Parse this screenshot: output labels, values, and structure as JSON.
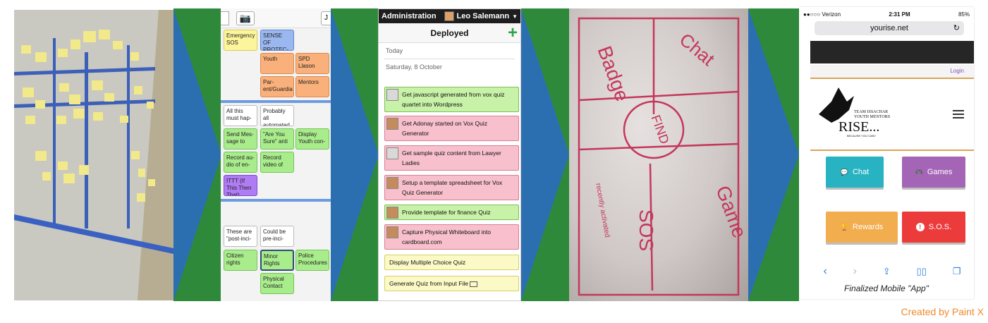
{
  "panel2": {
    "section1": [
      {
        "text": "Emergency SOS",
        "color": "yellow"
      },
      {
        "text": "SENSE OF PROTEC-",
        "color": "blue"
      },
      {
        "text": "Youth",
        "color": "orange"
      },
      {
        "text": "SPD Llason",
        "color": "orange"
      },
      {
        "text": "Par-ent/Guardia",
        "color": "orange"
      },
      {
        "text": "Mentors",
        "color": "orange"
      }
    ],
    "section2": [
      {
        "text": "All this must hap-",
        "color": "white"
      },
      {
        "text": "Probably all automated",
        "color": "white"
      },
      {
        "text": "Send Mes-sage to",
        "color": "green"
      },
      {
        "text": "\"Are You Sure\" anti",
        "color": "green"
      },
      {
        "text": "Display Youth con-",
        "color": "green"
      },
      {
        "text": "Record au-dio of en-",
        "color": "green"
      },
      {
        "text": "Record video of",
        "color": "green"
      },
      {
        "text": "ITTT (If This Then That)",
        "color": "purple"
      }
    ],
    "section3": [
      {
        "text": "These are \"post-inci-",
        "color": "white"
      },
      {
        "text": "Could be pre-inci-",
        "color": "white"
      },
      {
        "text": "Citizen rights",
        "color": "green"
      },
      {
        "text": "Minor Rights",
        "color": "green"
      },
      {
        "text": "Police Procedures",
        "color": "green"
      },
      {
        "text": "Physical Contact",
        "color": "green"
      }
    ],
    "toolbar_letter": "J"
  },
  "panel3": {
    "admin_label": "Administration",
    "user_name": "Leo Salemann",
    "header": "Deployed",
    "plus_label": "+",
    "day1": "Today",
    "day2": "Saturday, 8 October",
    "tasks": [
      {
        "text": "Get javascript generated from vox quiz quartet into Wordpress",
        "color": "green",
        "avatar": "placeholder"
      },
      {
        "text": "Get Adonay started on Vox Quiz Generator",
        "color": "pink",
        "avatar": "photo"
      },
      {
        "text": "Get sample quiz content from Lawyer Ladies",
        "color": "pink",
        "avatar": "placeholder"
      },
      {
        "text": "Setup a template spreadsheet for Vox Quiz Generator",
        "color": "pink",
        "avatar": "photo"
      },
      {
        "text": "Provide template for finance Quiz",
        "color": "green",
        "avatar": "photo"
      },
      {
        "text": "Capture Physical Whiteboard into cardboard.com",
        "color": "pink",
        "avatar": "photo"
      },
      {
        "text": "Display Multiple Choice Quiz",
        "color": "yellow",
        "avatar": "none"
      },
      {
        "text": "Generate Quiz from Input File",
        "color": "yellow",
        "avatar": "none"
      }
    ]
  },
  "panel4": {
    "words": [
      "Badge",
      "Chat",
      "FIND",
      "Game",
      "SOS",
      "recently activated"
    ]
  },
  "panel5": {
    "carrier": "●●○○○ Verizon",
    "time": "2:31 PM",
    "battery": "85%",
    "url": "yourise.net",
    "reload_icon": "↻",
    "login": "Login",
    "logo_line1": "TEAM ISSACHAR",
    "logo_line2": "YOUTH MENTORS",
    "logo_main": "RISE...",
    "logo_sub": "BECAUSE YOU CAN!!",
    "tiles": [
      {
        "label": "Chat",
        "icon": "💬",
        "color": "#27b3c1"
      },
      {
        "label": "Games",
        "icon": "🎮",
        "color": "#a565b6"
      },
      {
        "label": "Rewards",
        "icon": "🏆",
        "color": "#f1ad4e"
      },
      {
        "label": "S.O.S.",
        "icon": "!",
        "color": "#ec3b3b"
      }
    ],
    "caption": "Finalized Mobile \"App\""
  },
  "credit": "Created by Paint X"
}
